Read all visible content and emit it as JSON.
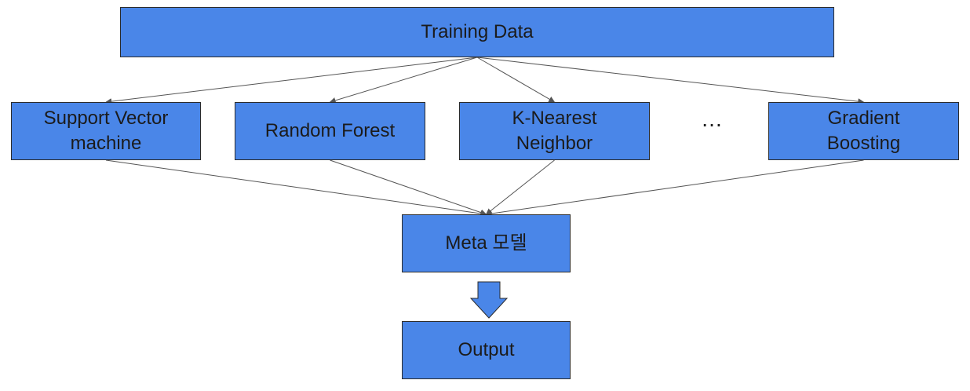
{
  "diagram": {
    "nodes": [
      {
        "id": "training",
        "label": "Training Data"
      },
      {
        "id": "svm",
        "label": "Support Vector\nmachine"
      },
      {
        "id": "rf",
        "label": "Random Forest"
      },
      {
        "id": "knn",
        "label": "K-Nearest\nNeighbor"
      },
      {
        "id": "gb",
        "label": "Gradient\nBoosting"
      },
      {
        "id": "meta",
        "label": "Meta 모델"
      },
      {
        "id": "output",
        "label": "Output"
      }
    ],
    "ellipsis": "…",
    "edges": [
      {
        "from": "training",
        "to": "svm"
      },
      {
        "from": "training",
        "to": "rf"
      },
      {
        "from": "training",
        "to": "knn"
      },
      {
        "from": "training",
        "to": "gb"
      },
      {
        "from": "svm",
        "to": "meta"
      },
      {
        "from": "rf",
        "to": "meta"
      },
      {
        "from": "knn",
        "to": "meta"
      },
      {
        "from": "gb",
        "to": "meta"
      },
      {
        "from": "meta",
        "to": "output",
        "style": "block-arrow"
      }
    ],
    "colors": {
      "box_fill": "#4a86e8",
      "box_border": "#2b2b2b",
      "text": "#1b1b1b",
      "edge": "#555555"
    }
  }
}
